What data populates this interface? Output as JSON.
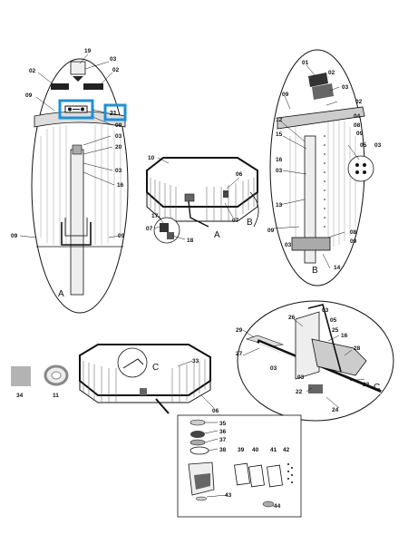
{
  "diagram": {
    "accent_color": "#1e90d6",
    "callouts": {
      "c19": "19",
      "c03a": "03",
      "c02a": "02",
      "c02b": "02",
      "c09a": "09",
      "c21": "21",
      "c09b": "09",
      "c03b": "03",
      "c20": "20",
      "c03c": "03",
      "c16": "16",
      "c09c": "09",
      "c09d": "09",
      "c10": "10",
      "c06a": "06",
      "c17": "17",
      "c07a": "07",
      "c07b": "07",
      "c18": "18",
      "c01": "01",
      "c02c": "02",
      "c03d": "03",
      "c09e": "09",
      "c02d": "02",
      "c04": "04",
      "c08a": "08",
      "c09f": "09",
      "c12": "12",
      "c15": "15",
      "c16b": "16",
      "c03e": "03",
      "c05a": "05",
      "c03f": "03",
      "c13": "13",
      "c09g": "09",
      "c08b": "08",
      "c09h": "09",
      "c03g": "03",
      "c14": "14",
      "c29": "29",
      "c26": "26",
      "c03h": "03",
      "c05b": "05",
      "c25": "25",
      "c16c": "16",
      "c27": "27",
      "c28": "28",
      "c03i": "03",
      "c03j": "03",
      "c22": "22",
      "c23": "23",
      "c24": "24",
      "c34": "34",
      "c11": "11",
      "c33": "33",
      "c06b": "06",
      "c35": "35",
      "c36": "36",
      "c37": "37",
      "c38": "38",
      "c39": "39",
      "c40": "40",
      "c41": "41",
      "c42": "42",
      "c43": "43",
      "c44": "44"
    },
    "section_letters": {
      "a1": "A",
      "a2": "A",
      "b1": "B",
      "b2": "B",
      "c1": "C",
      "c2": "C"
    }
  }
}
